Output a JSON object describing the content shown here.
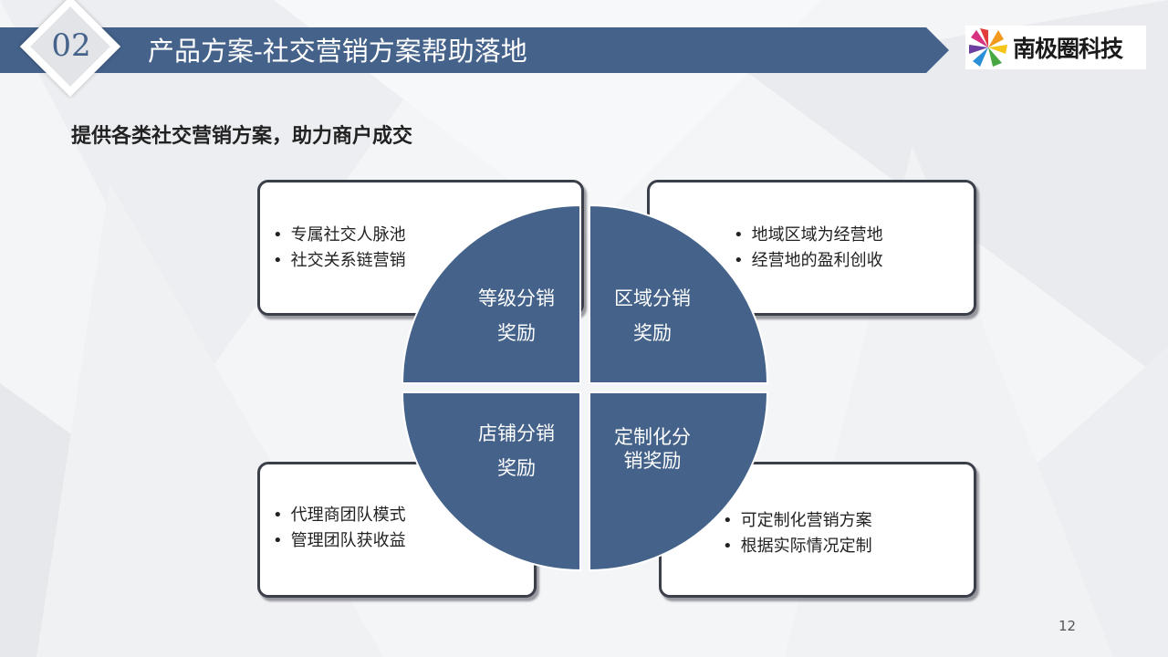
{
  "header": {
    "badge_number": "02",
    "title": "产品方案-社交营销方案帮助落地"
  },
  "logo": {
    "text": "南极圈科技"
  },
  "subtitle": "提供各类社交营销方案，助力商户成交",
  "quadrants": {
    "top_left": [
      "等级分销",
      "奖励"
    ],
    "top_right": [
      "区域分销",
      "奖励"
    ],
    "bottom_left": [
      "店铺分销",
      "奖励"
    ],
    "bottom_right": [
      "定制化分",
      "销奖励"
    ]
  },
  "cards": {
    "top_left": [
      "专属社交人脉池",
      "社交关系链营销"
    ],
    "top_right": [
      "地域区域为经营地",
      "经营地的盈利创收"
    ],
    "bottom_left": [
      "代理商团队模式",
      "管理团队获收益"
    ],
    "bottom_right": [
      "可定制化营销方案",
      "根据实际情况定制"
    ]
  },
  "page_number": "12",
  "colors": {
    "accent": "#44628a",
    "card_border": "#3a3f4a"
  }
}
